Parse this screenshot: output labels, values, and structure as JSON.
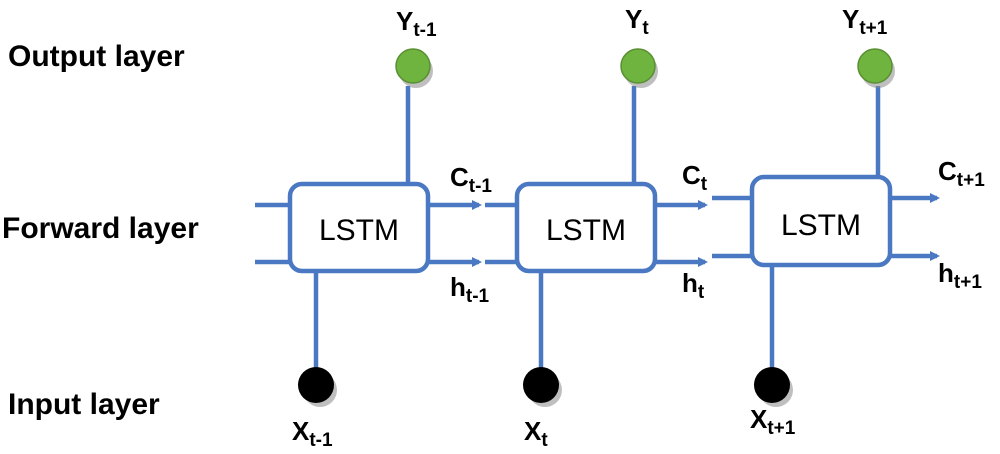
{
  "layers": {
    "output": "Output layer",
    "forward": "Forward layer",
    "input": "Input layer"
  },
  "colors": {
    "connector": "#4a78c2",
    "output_node": "#6fb43f",
    "input_node": "#000000"
  },
  "cells": [
    {
      "label": "LSTM",
      "y_main": "Y",
      "y_sub": "t-1",
      "x_main": "X",
      "x_sub": "t-1",
      "c_main": "C",
      "c_sub": "t-1",
      "h_main": "h",
      "h_sub": "t-1"
    },
    {
      "label": "LSTM",
      "y_main": "Y",
      "y_sub": "t",
      "x_main": "X",
      "x_sub": "t",
      "c_main": "C",
      "c_sub": "t",
      "h_main": "h",
      "h_sub": "t"
    },
    {
      "label": "LSTM",
      "y_main": "Y",
      "y_sub": "t+1",
      "x_main": "X",
      "x_sub": "t+1",
      "c_main": "C",
      "c_sub": "t+1",
      "h_main": "h",
      "h_sub": "t+1"
    }
  ]
}
